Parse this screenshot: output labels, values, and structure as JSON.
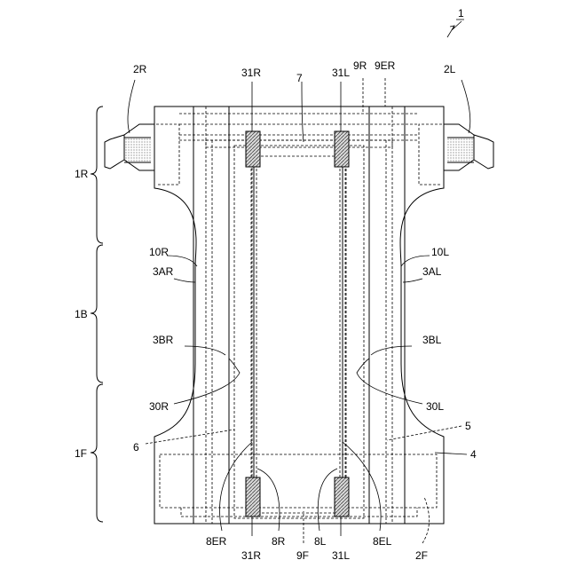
{
  "figure_ref": "1",
  "labels": {
    "region_rear": "1R",
    "region_middle": "1B",
    "region_front": "1F",
    "tab_right": "2R",
    "tab_left": "2L",
    "elastic_31R_top": "31R",
    "elastic_31L_top": "31L",
    "ref_7": "7",
    "ref_9R": "9R",
    "ref_9ER": "9ER",
    "ref_10R": "10R",
    "ref_10L": "10L",
    "ref_3AR": "3AR",
    "ref_3AL": "3AL",
    "ref_3BR": "3BR",
    "ref_3BL": "3BL",
    "ref_30R": "30R",
    "ref_30L": "30L",
    "ref_5": "5",
    "ref_4": "4",
    "ref_6": "6",
    "ref_2F": "2F",
    "ref_8ER": "8ER",
    "ref_31R_bottom": "31R",
    "ref_8R": "8R",
    "ref_9F": "9F",
    "ref_8L": "8L",
    "ref_31L_bottom": "31L",
    "ref_8EL": "8EL"
  }
}
